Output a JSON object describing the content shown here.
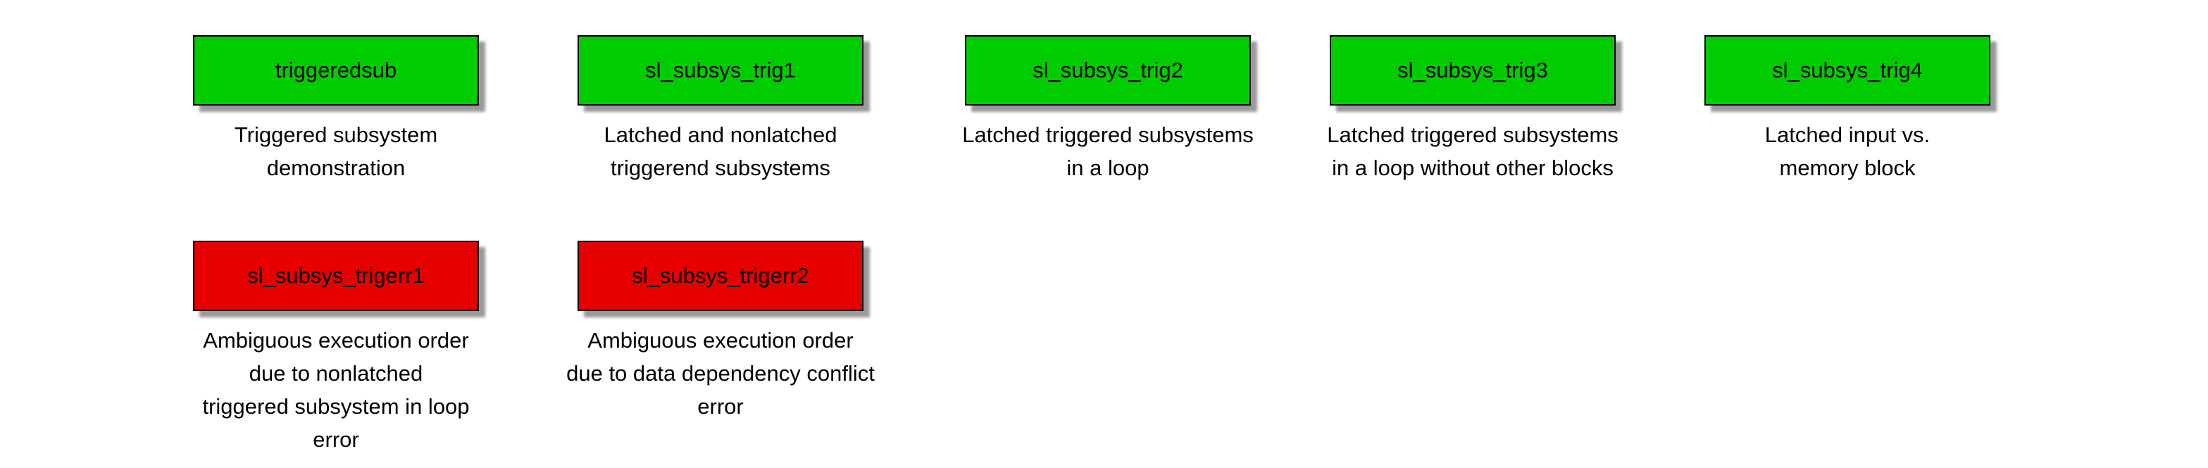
{
  "colors": {
    "ok": "#00cc00",
    "error": "#e60000",
    "block_border": "#000000",
    "text": "#000000",
    "background": "#ffffff"
  },
  "blocks": [
    {
      "label": "triggeredsub",
      "status": "ok",
      "caption": "Triggered subsystem\ndemonstration"
    },
    {
      "label": "sl_subsys_trig1",
      "status": "ok",
      "caption": "Latched and nonlatched\ntriggerend subsystems"
    },
    {
      "label": "sl_subsys_trig2",
      "status": "ok",
      "caption": "Latched triggered subsystems\nin a loop"
    },
    {
      "label": "sl_subsys_trig3",
      "status": "ok",
      "caption": "Latched triggered subsystems\nin a loop without other blocks"
    },
    {
      "label": "sl_subsys_trig4",
      "status": "ok",
      "caption": "Latched input vs.\nmemory block"
    },
    {
      "label": "sl_subsys_trigerr1",
      "status": "error",
      "caption": "Ambiguous execution order\ndue to nonlatched\ntriggered subsystem in loop\nerror"
    },
    {
      "label": "sl_subsys_trigerr2",
      "status": "error",
      "caption": "Ambiguous execution order\ndue to data dependency conflict\nerror"
    }
  ]
}
